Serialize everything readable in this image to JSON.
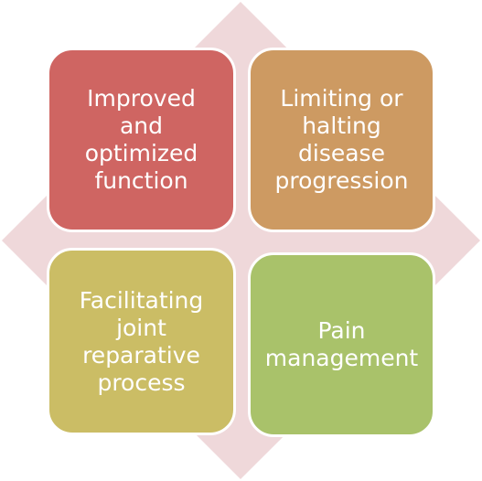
{
  "quadrants": [
    {
      "label": "Improved and\noptimized\nfunction",
      "color": "#cf6562"
    },
    {
      "label": "Limiting or\nhalting\ndisease\nprogression",
      "color": "#cd9a62"
    },
    {
      "label": "Facilitating\njoint\nreparative\nprocess",
      "color": "#cbbd65"
    },
    {
      "label": "Pain\nmanagement",
      "color": "#a9c26a"
    }
  ],
  "background_shape_color": "#efd8da"
}
